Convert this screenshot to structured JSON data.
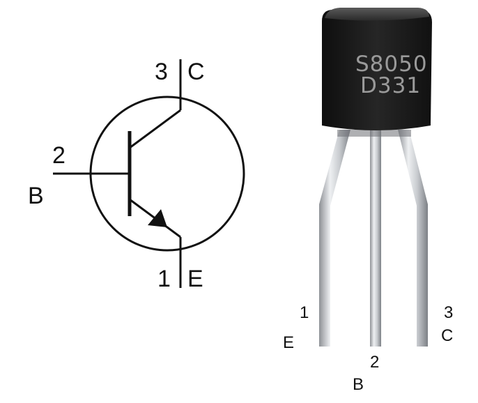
{
  "symbol": {
    "pins": [
      {
        "number": "3",
        "name": "C"
      },
      {
        "number": "2",
        "name": "B"
      },
      {
        "number": "1",
        "name": "E"
      }
    ]
  },
  "package": {
    "marking_line1": "S8050",
    "marking_line2": "D331",
    "pins": [
      {
        "number": "1",
        "name": "E"
      },
      {
        "number": "2",
        "name": "B"
      },
      {
        "number": "3",
        "name": "C"
      }
    ]
  },
  "colors": {
    "ink": "#111111",
    "package_body": "#1c1c1c",
    "marking_text": "#9a9a9a",
    "lead_metal": "#c9cbce"
  }
}
